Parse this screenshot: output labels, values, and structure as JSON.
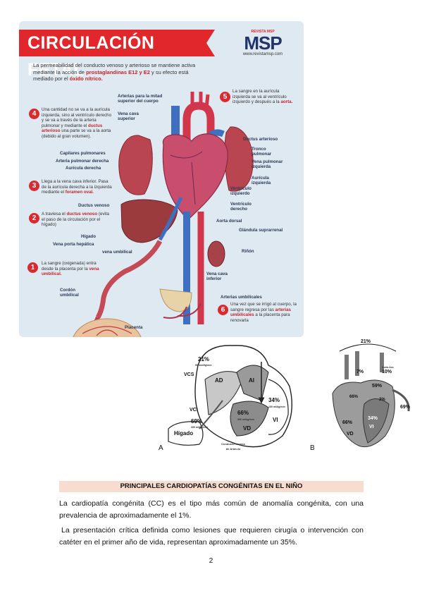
{
  "poster": {
    "title": "CIRCULACIÓN FETAL",
    "logo": {
      "small": "REVISTA MSP",
      "name": "MSP",
      "url": "www.revistamsp.com"
    },
    "intro": {
      "part1": "La permeabilidad del conducto venoso y arterioso se mantiene activa mediante la acción de ",
      "highlight1": "prostaglandinas E12 y E2",
      "part2": " y su efecto está mediado por el ",
      "highlight2": "óxido nítrico."
    },
    "steps": [
      {
        "num": "1",
        "text": "La sangre (oxigenada) entra desde la placenta por la ",
        "highlight": "vena umbilical.",
        "after": ""
      },
      {
        "num": "2",
        "text": "A traviesa el ",
        "highlight": "ductus venoso",
        "after": " (evita el paso de la circulación por el hígado)"
      },
      {
        "num": "3",
        "text": "Llega a la vena cava inferior. Pasa de la aurícula derecha a la izquierda mediante el ",
        "highlight": "foramen oval.",
        "after": ""
      },
      {
        "num": "4",
        "text": "Una cantidad no se va a la aurícula izquierda, sino al ventrículo derecho y se va a través de la arteria pulmonar y mediante el ",
        "highlight": "ductus arterioso",
        "after": " una parte se va a la aorta (debido al gran volumen)."
      },
      {
        "num": "5",
        "text": "La sangre en la aurícula izquierda se va al ventrículo izquierdo y después a la ",
        "highlight": "aorta.",
        "after": ""
      },
      {
        "num": "6",
        "text": "Una vez que se irrigó al cuerpo, la sangre regresa por las ",
        "highlight": "arterias umbilicales",
        "after": " a la placenta para renovarla"
      }
    ],
    "labels": {
      "arterias_mitad": "Arterias para la mitad superior del cuerpo",
      "vena_cava_sup": "Vena cava superior",
      "ductus_arterioso": "Ductus arterioso",
      "tronco_pulmonar": "Tronco pulmonar",
      "capilares": "Capilares pulmonares",
      "arteria_pulmonar_der": "Arteria pulmonar derecha",
      "auricula_der": "Aurícula derecha",
      "vena_pulmonar_izq": "Vena pulmonar izquierda",
      "auricula_izq": "Aurícula izquierda",
      "ventriculo_izq": "Ventrículo izquierdo",
      "ventriculo_der": "Ventrículo derecho",
      "ductus_venoso": "Ductus venoso",
      "aorta_dorsal": "Aorta dorsal",
      "glandula": "Glándula suprarrenal",
      "higado": "Hígado",
      "vena_porta": "Vena porta hepática",
      "rinon": "Riñón",
      "vena_umbilical": "vena umbilical",
      "vena_cava_inf": "Vena cava inferior",
      "cordon": "Cordón umbilical",
      "arterias_umbilicales": "Arterias umbilicales",
      "placenta": "Placenta"
    }
  },
  "figure_a": {
    "letter": "A",
    "labels": {
      "p21": "21%",
      "p21sub": "50 mmHg/min",
      "vcs": "VCS",
      "ad": "AD",
      "ai": "AI",
      "p34": "34%",
      "p34sub": "150 ml/kg/min",
      "vci": "VCI",
      "p66": "66%",
      "p66sub": "306 ml/kg/min",
      "vd": "VD",
      "vi": "VI",
      "p69": "69%",
      "p69sub": "306 ml/kg/min",
      "higado": "Hígado",
      "conducto": "Conducto venoso de Arancio"
    }
  },
  "figure_b": {
    "letter": "B",
    "labels": {
      "p21": "21%",
      "p7": "7%",
      "aorta": "Aorta Asc",
      "p10": "10%",
      "p59": "59%",
      "p3": "3%",
      "p66": "66%",
      "p34": "34%",
      "vd": "VD",
      "vi": "VI",
      "p69": "69%"
    }
  },
  "section": {
    "heading": "PRINCIPALES CARDIOPATÍAS CONGÉNITAS EN EL NIÑO",
    "paragraph1": "La cardiopatía congénita (CC) es el tipo más común de anomalía congénita, con una prevalencia de aproximadamente el 1%.",
    "paragraph2": "La presentación crítica definida como lesiones que requieren cirugía o intervención con catéter en el primer año de vida, representan aproximadamente un 35%."
  },
  "page_number": "2",
  "colors": {
    "accent_red": "#e1262c",
    "artery_red": "#d1364a",
    "vein_blue": "#3f6fc0",
    "poster_bg": "#dfe9f1",
    "heading_bg": "#f6ddd0"
  }
}
